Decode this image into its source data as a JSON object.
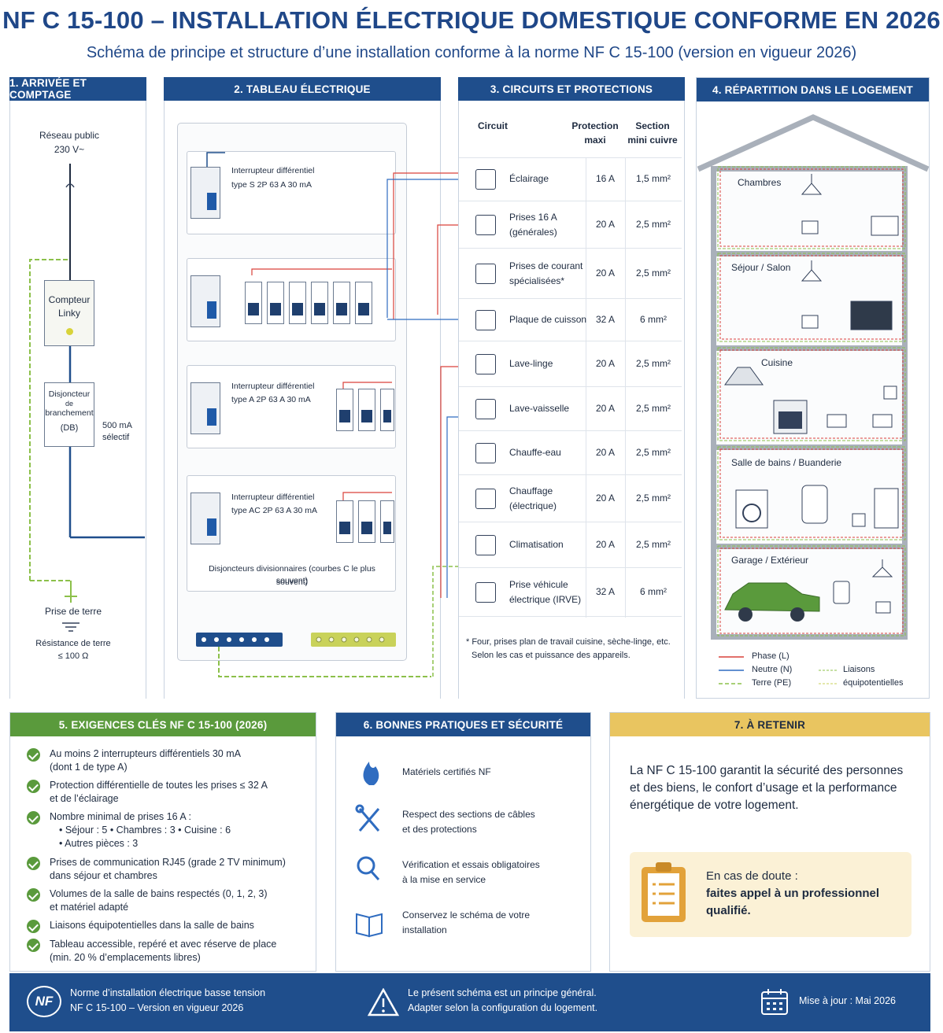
{
  "header": {
    "title": "NF C 15-100 – INSTALLATION ÉLECTRIQUE DOMESTIQUE CONFORME EN 2026",
    "subtitle": "Schéma de principe et structure d’une installation conforme à la norme NF C 15-100 (version en vigueur 2026)"
  },
  "panel1": {
    "title": "1. ARRIVÉE ET COMPTAGE",
    "network_l1": "Réseau public",
    "network_l2": "230 V~",
    "meter_l1": "Compteur",
    "meter_l2": "Linky",
    "breaker_l1": "Disjoncteur",
    "breaker_l2": "de",
    "breaker_l3": "branchement",
    "breaker_l4": "(DB)",
    "breaker_side_l1": "500 mA",
    "breaker_side_l2": "sélectif",
    "earth_label": "Prise de terre",
    "earth_res_l1": "Résistance de terre",
    "earth_res_l2": "≤ 100 Ω"
  },
  "panel2": {
    "title": "2. TABLEAU ÉLECTRIQUE",
    "rcd1_l1": "Interrupteur différentiel",
    "rcd1_l2": "type S   2P   63 A   30 mA",
    "rcd2_l1": "Interrupteur différentiel",
    "rcd2_l2": "type A   2P   63 A   30 mA",
    "rcd3_l1": "Interrupteur différentiel",
    "rcd3_l2": "type AC   2P   63 A   30 mA",
    "mcb_caption_l1": "Disjoncteurs divisionnaires (courbes C le plus souvent)",
    "mcb_caption_l2": "souvent)"
  },
  "panel3": {
    "title": "3. CIRCUITS ET PROTECTIONS",
    "col_circuit": "Circuit",
    "col_protection_l1": "Protection",
    "col_protection_l2": "maxi",
    "col_section_l1": "Section",
    "col_section_l2": "mini cuivre",
    "rows": [
      {
        "icon": "lightbulb-icon",
        "l1": "Éclairage",
        "l2": "",
        "prot": "16 A",
        "sect": "1,5 mm²"
      },
      {
        "icon": "socket-icon",
        "l1": "Prises 16 A",
        "l2": "(générales)",
        "prot": "20 A",
        "sect": "2,5 mm²"
      },
      {
        "icon": "special-socket-icon",
        "l1": "Prises de courant",
        "l2": "spécialisées*",
        "prot": "20 A",
        "sect": "2,5 mm²"
      },
      {
        "icon": "cooktop-icon",
        "l1": "Plaque de cuisson",
        "l2": "",
        "prot": "32 A",
        "sect": "6 mm²"
      },
      {
        "icon": "washing-machine-icon",
        "l1": "Lave-linge",
        "l2": "",
        "prot": "20 A",
        "sect": "2,5 mm²"
      },
      {
        "icon": "dishwasher-icon",
        "l1": "Lave-vaisselle",
        "l2": "",
        "prot": "20 A",
        "sect": "2,5 mm²"
      },
      {
        "icon": "water-heater-icon",
        "l1": "Chauffe-eau",
        "l2": "",
        "prot": "20 A",
        "sect": "2,5 mm²"
      },
      {
        "icon": "radiator-icon",
        "l1": "Chauffage",
        "l2": "(électrique)",
        "prot": "20 A",
        "sect": "2,5 mm²"
      },
      {
        "icon": "air-conditioner-icon",
        "l1": "Climatisation",
        "l2": "",
        "prot": "20 A",
        "sect": "2,5 mm²"
      },
      {
        "icon": "ev-charger-icon",
        "l1": "Prise véhicule",
        "l2": "électrique (IRVE)",
        "prot": "32 A",
        "sect": "6 mm²"
      }
    ],
    "footnote_l1": "* Four, prises plan de travail cuisine, sèche-linge, etc.",
    "footnote_l2": "Selon les cas et puissance des appareils."
  },
  "panel4": {
    "title": "4. RÉPARTITION DANS LE LOGEMENT",
    "rooms": [
      "Chambres",
      "Séjour / Salon",
      "Cuisine",
      "Salle de bains / Buanderie",
      "Garage / Extérieur"
    ],
    "legend_phase": "Phase (L)",
    "legend_neutral": "Neutre (N)",
    "legend_earth": "Terre (PE)",
    "legend_bond_l1": "Liaisons",
    "legend_bond_l2": "équipotentielles",
    "colors": {
      "phase": "#d9413a",
      "neutral": "#2f6cc0",
      "earth": "#8cc04a"
    }
  },
  "panel5": {
    "title": "5. EXIGENCES CLÉS NF C 15-100 (2026)",
    "items": [
      {
        "l1": "Au moins 2 interrupteurs différentiels 30 mA",
        "l2": "(dont 1 de type A)",
        "l3": ""
      },
      {
        "l1": "Protection différentielle de toutes les prises ≤ 32 A",
        "l2": "et de l’éclairage",
        "l3": ""
      },
      {
        "l1": "Nombre minimal de prises 16 A :",
        "l2": "• Séjour : 5      • Chambres : 3      • Cuisine : 6",
        "l3": "• Autres pièces : 3"
      },
      {
        "l1": "Prises de communication RJ45 (grade 2 TV minimum)",
        "l2": "dans séjour et chambres",
        "l3": ""
      },
      {
        "l1": "Volumes de la salle de bains respectés (0, 1, 2, 3)",
        "l2": "et matériel adapté",
        "l3": ""
      },
      {
        "l1": "Liaisons équipotentielles dans la salle de bains",
        "l2": "",
        "l3": ""
      },
      {
        "l1": "Tableau accessible, repéré et avec réserve de place",
        "l2": "(min. 20 % d’emplacements libres)",
        "l3": ""
      }
    ]
  },
  "panel6": {
    "title": "6. BONNES PRATIQUES ET SÉCURITÉ",
    "items": [
      {
        "icon": "flame-icon",
        "l1": "Matériels certifiés NF",
        "l2": ""
      },
      {
        "icon": "tools-icon",
        "l1": "Respect des sections de câbles",
        "l2": "et des protections"
      },
      {
        "icon": "magnifier-icon",
        "l1": "Vérification et essais obligatoires",
        "l2": "à la mise en service"
      },
      {
        "icon": "book-icon",
        "l1": "Conservez le schéma de votre",
        "l2": "installation"
      }
    ]
  },
  "panel7": {
    "title": "7. À RETENIR",
    "text_l1": "La NF C 15-100 garantit la sécurité des personnes",
    "text_l2": "et des biens, le confort d’usage et la performance",
    "text_l3": "énergétique de votre logement.",
    "callout_l1": "En cas de doute :",
    "callout_l2": "faites appel à un professionnel",
    "callout_l3": "qualifié."
  },
  "footer": {
    "logo": "NF",
    "left_l1": "Norme d’installation électrique basse tension",
    "left_l2": "NF C 15-100 – Version en vigueur 2026",
    "mid_l1": "Le présent schéma est un principe général.",
    "mid_l2": "Adapter selon la configuration du logement.",
    "right": "Mise à jour : Mai 2026"
  }
}
